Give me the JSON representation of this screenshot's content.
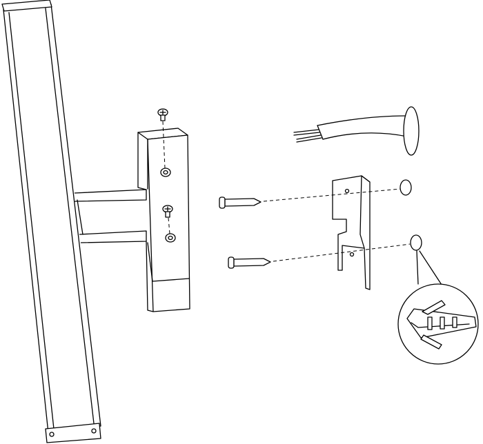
{
  "diagram": {
    "colors": {
      "stroke": "#000000",
      "background": "#ffffff"
    },
    "parts": [
      "light-bar",
      "t-bracket",
      "bracket-screws",
      "power-cable",
      "wall-mounting-plate",
      "wall-screws",
      "wall-plugs",
      "wall-plug-detail"
    ]
  }
}
